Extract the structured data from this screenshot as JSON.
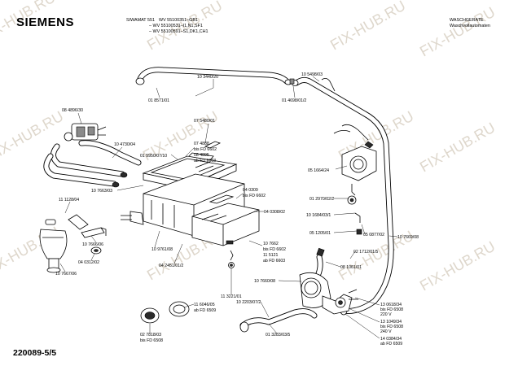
{
  "header": {
    "brand": "SIEMENS",
    "model": "SIWAMAT 551",
    "variants": [
      "WV 55100351–GB1",
      "– WV 55100531–I1,N1,SF1",
      "– WV 55100591–S1,DK1,CH1"
    ],
    "category_line1": "WASCHGERATE",
    "category_line2": "Waschvollautomaten"
  },
  "footer": {
    "doc_number": "220089-5/5"
  },
  "watermark": {
    "text": "FIX-HUB.RU"
  },
  "part_labels": [
    "10 3440/20",
    "01 8571/01",
    "10 5498/03",
    "01 4698/01/2",
    "08 4896/30",
    "07 5480/01",
    "10 4730/04",
    "07 4888",
    "bis FD 6602",
    "08 4895",
    "ab FD 6603",
    "01 5950/07/10",
    "05 1664/24",
    "10 7663/03",
    "04 0309",
    "bis FD 6602",
    "04 0308/02",
    "01 2970/02/2",
    "11 1128/04",
    "10 1684/03/1",
    "05 1205/01",
    "05 0877/02",
    "10 7669/08",
    "10 7666/06",
    "10 9761/08",
    "10 7662",
    "bis FD 6602",
    "11 5121",
    "ab FD 6603",
    "02 1712/01/5",
    "04 0312/02",
    "04 2451/01/2",
    "08 1061/01",
    "10 7667/06",
    "10 7660/08",
    "11 3221/01",
    "10 2203/07/2",
    "13 0618/34",
    "bis FD 6508",
    "220 V",
    "11 6046/05",
    "ab FD 6509",
    "13 1049/34",
    "bis FD 6508",
    "240 V",
    "02 7818/03",
    "bis FD 6508",
    "01 3283/03/5",
    "14 0384/34",
    "ab FD 6509"
  ]
}
